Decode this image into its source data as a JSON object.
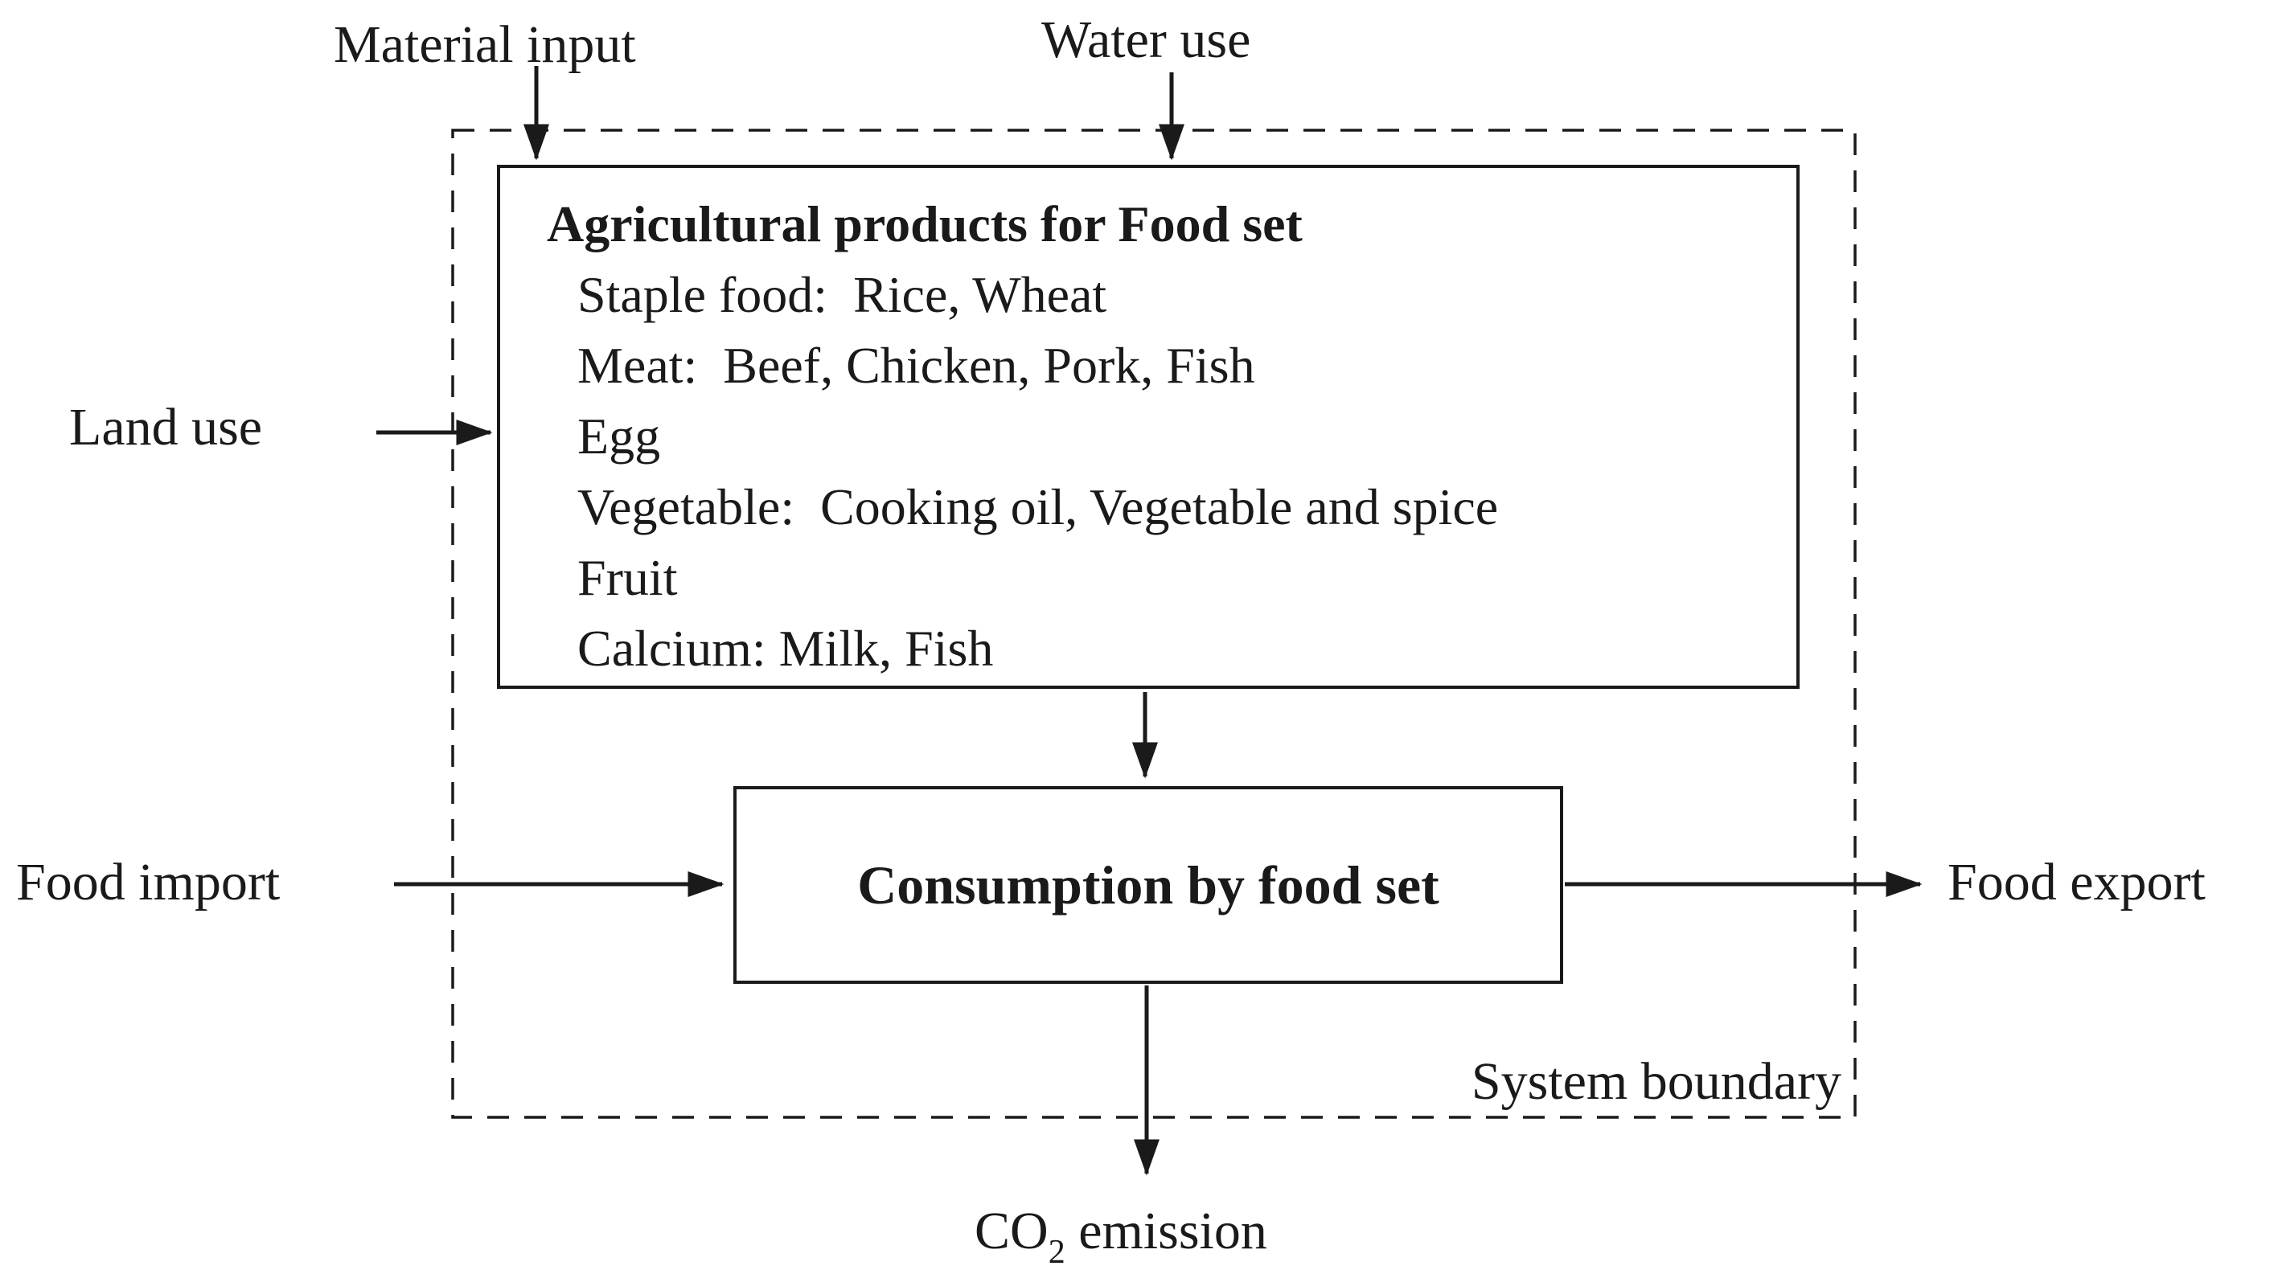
{
  "figure": {
    "colors": {
      "background": "#ffffff",
      "ink": "#1a1a1a"
    },
    "inputs": {
      "material_input": "Material input",
      "water_use": "Water use",
      "land_use": "Land use",
      "food_import": "Food import"
    },
    "outputs": {
      "food_export": "Food export",
      "co2_emission": {
        "prefix": "CO",
        "subscript": "2",
        "suffix": " emission"
      }
    },
    "system_boundary_label": "System boundary",
    "agricultural_box": {
      "title": "Agricultural products for Food set",
      "items": [
        "Staple food:  Rice, Wheat",
        "Meat:  Beef, Chicken, Pork, Fish",
        "Egg",
        "Vegetable:  Cooking oil, Vegetable and spice",
        "Fruit",
        "Calcium: Milk, Fish"
      ]
    },
    "consumption_box": {
      "title": "Consumption by food set"
    }
  }
}
